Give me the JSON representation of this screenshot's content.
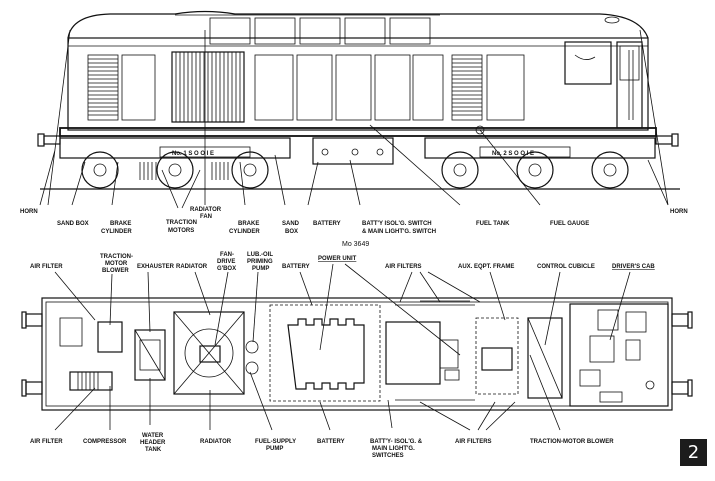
{
  "page_number": "2",
  "drawing_number": "Mo 3649",
  "side_view": {
    "bogie_1_plate": "No. 1      S O O I E",
    "bogie_2_plate": "No. 2      S O O I E",
    "labels": {
      "horn_left": "HORN",
      "sand_box_left": "SAND BOX",
      "brake_cylinder_left_1": "BRAKE",
      "brake_cylinder_left_2": "CYLINDER",
      "traction_motors_1": "TRACTION",
      "traction_motors_2": "MOTORS",
      "radiator_fan_1": "RADIATOR",
      "radiator_fan_2": "FAN",
      "brake_cylinder_right_1": "BRAKE",
      "brake_cylinder_right_2": "CYLINDER",
      "sand_box_right_1": "SAND",
      "sand_box_right_2": "BOX",
      "battery": "BATTERY",
      "batt_switch_1": "BATT'Y ISOL'G. SWITCH",
      "batt_switch_2": "& MAIN LIGHT'G. SWITCH",
      "fuel_tank": "FUEL TANK",
      "fuel_gauge": "FUEL GAUGE",
      "horn_right": "HORN"
    }
  },
  "plan_view": {
    "labels": {
      "air_filter_top": "AIR FILTER",
      "traction_motor_blower_left_1": "TRACTION-",
      "traction_motor_blower_left_2": "MOTOR",
      "traction_motor_blower_left_3": "BLOWER",
      "exhauster": "EXHAUSTER",
      "radiator_top": "RADIATOR",
      "fan_drive_1": "FAN-",
      "fan_drive_2": "DRIVE",
      "fan_drive_3": "G'BOX",
      "lub_oil_1": "LUB.-OIL",
      "lub_oil_2": "PRIMING",
      "lub_oil_3": "PUMP",
      "battery_top": "BATTERY",
      "power_unit": "POWER UNIT",
      "air_filters_top": "AIR FILTERS",
      "aux_eqpt_frame": "AUX. EQPT. FRAME",
      "control_cubicle": "CONTROL CUBICLE",
      "drivers_cab": "DRIVER'S CAB",
      "air_filter_bottom": "AIR FILTER",
      "compressor": "COMPRESSOR",
      "water_header_1": "WATER",
      "water_header_2": "HEADER",
      "water_header_3": "TANK",
      "radiator_bottom": "RADIATOR",
      "fuel_supply_1": "FUEL-SUPPLY",
      "fuel_supply_2": "PUMP",
      "battery_bottom": "BATTERY",
      "batt_isol_1": "BATT'Y- ISOL'G. &",
      "batt_isol_2": "MAIN LIGHT'G.",
      "batt_isol_3": "SWITCHES",
      "air_filters_bottom": "AIR FILTERS",
      "traction_motor_blower_right": "TRACTION-MOTOR BLOWER"
    }
  }
}
